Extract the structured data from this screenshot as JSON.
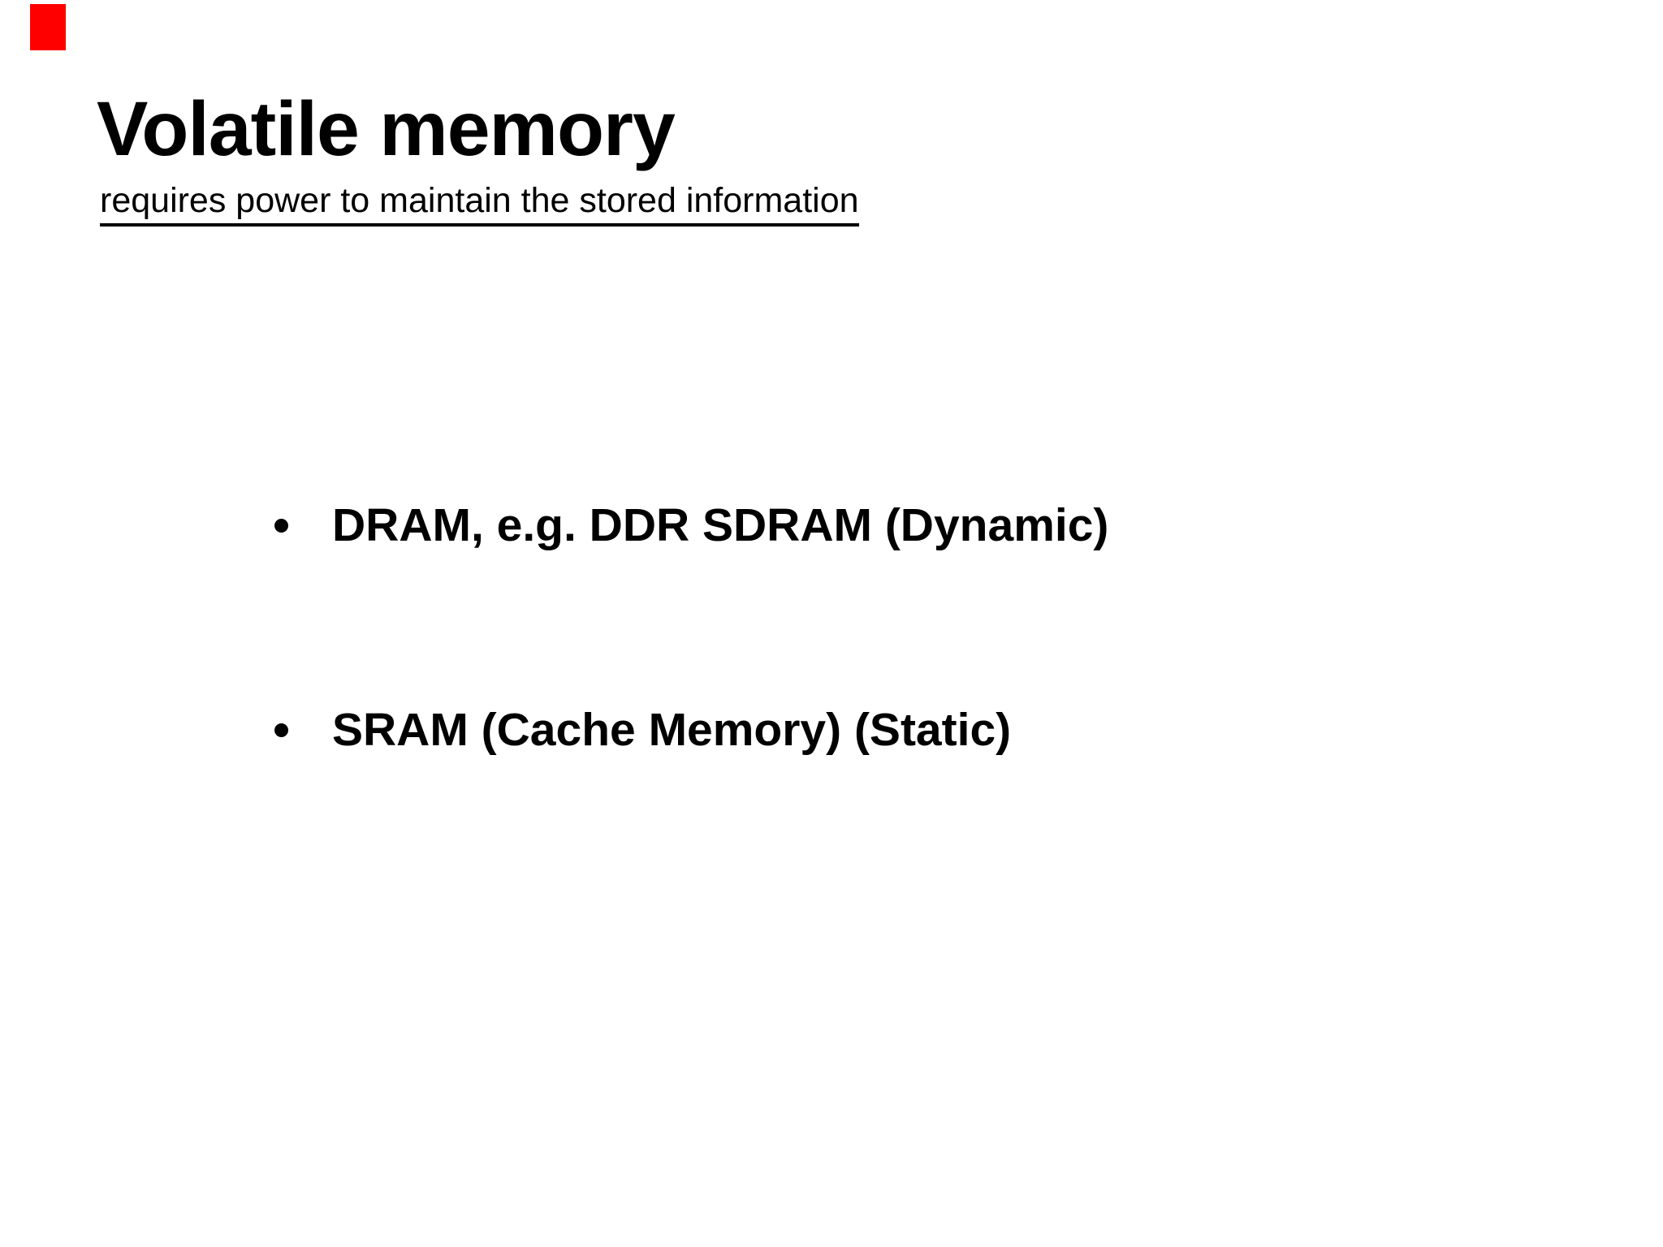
{
  "slide": {
    "title": "Volatile memory",
    "subtitle": "requires power to maintain the stored information",
    "bullets": [
      "DRAM, e.g. DDR SDRAM (Dynamic)",
      "SRAM (Cache Memory) (Static)"
    ],
    "colors": {
      "background": "#ffffff",
      "text": "#000000",
      "indicator_red": "#fe0000"
    }
  }
}
